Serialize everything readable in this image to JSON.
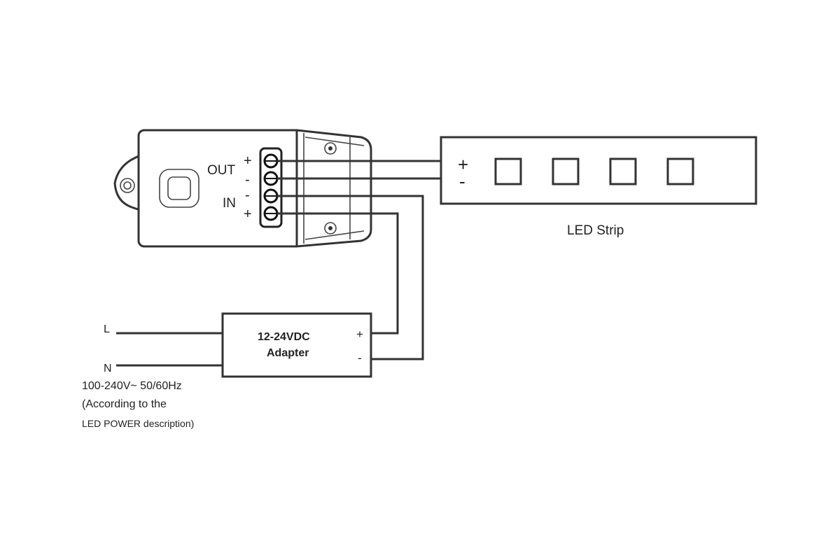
{
  "controller": {
    "out_label": "OUT",
    "in_label": "IN",
    "out_plus": "+",
    "out_minus": "-",
    "in_minus": "-",
    "in_plus": "+",
    "in_minus_color": "#e0201e"
  },
  "led_strip": {
    "label": "LED Strip",
    "plus": "+",
    "minus": "-",
    "led_count": 4
  },
  "adapter": {
    "line1": "12-24VDC",
    "line2": "Adapter",
    "plus": "+",
    "minus": "-"
  },
  "mains": {
    "l_label": "L",
    "n_label": "N",
    "voltage": "100-240V~  50/60Hz",
    "note_line1": "(According to the",
    "note_line2": "LED POWER description)"
  }
}
